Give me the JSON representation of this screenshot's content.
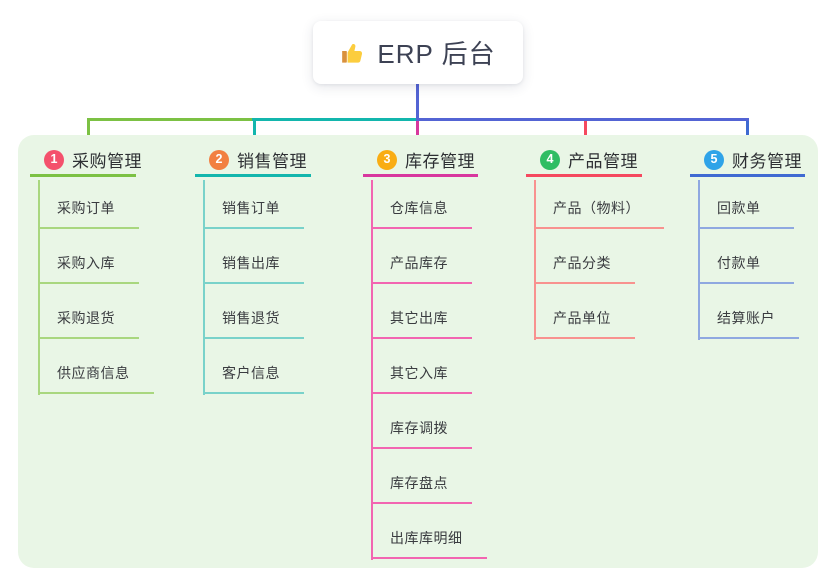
{
  "root": {
    "title": "ERP 后台",
    "icon": "thumbs-up-icon",
    "stem_color": "#5364d4"
  },
  "panel": {
    "background": "#e9f6e6"
  },
  "branches": [
    {
      "badge": "1",
      "badge_color": "#f4516c",
      "title": "采购管理",
      "color": "#7cc144",
      "light_color": "#a9d77f",
      "children": [
        "采购订单",
        "采购入库",
        "采购退货",
        "供应商信息"
      ]
    },
    {
      "badge": "2",
      "badge_color": "#f28041",
      "title": "销售管理",
      "color": "#13b6ad",
      "light_color": "#79d2ca",
      "children": [
        "销售订单",
        "销售出库",
        "销售退货",
        "客户信息"
      ]
    },
    {
      "badge": "3",
      "badge_color": "#f9ad14",
      "title": "库存管理",
      "color": "#d8379e",
      "light_color": "#f265b1",
      "children": [
        "仓库信息",
        "产品库存",
        "其它出库",
        "其它入库",
        "库存调拨",
        "库存盘点",
        "出库库明细"
      ]
    },
    {
      "badge": "4",
      "badge_color": "#2fbd63",
      "title": "产品管理",
      "color": "#f5495f",
      "light_color": "#f8928f",
      "children": [
        "产品（物料）",
        "产品分类",
        "产品单位"
      ]
    },
    {
      "badge": "5",
      "badge_color": "#2fa3e8",
      "title": "财务管理",
      "color": "#3f6ad2",
      "light_color": "#8fa8e0",
      "children": [
        "回款单",
        "付款单",
        "结算账户"
      ]
    }
  ]
}
